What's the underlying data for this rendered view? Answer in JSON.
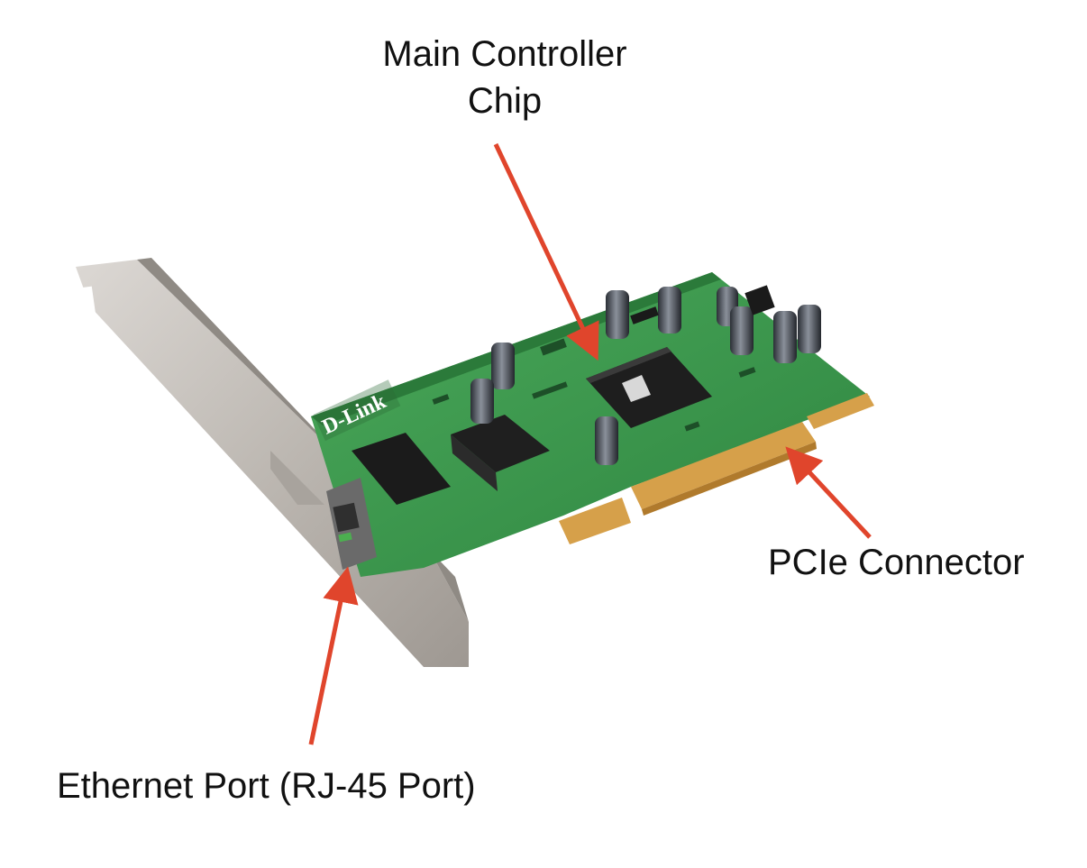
{
  "labels": {
    "main_chip_line1": "Main Controller",
    "main_chip_line2": "Chip",
    "pcie_connector": "PCIe Connector",
    "ethernet_port": "Ethernet Port (RJ-45 Port)"
  },
  "board_logo": "D-Link",
  "colors": {
    "arrow": "#e0452c",
    "pcb": "#3a9a4c",
    "gold_contacts": "#d6a04a",
    "bracket": "#c8c4c0",
    "chip": "#1e1e1e"
  },
  "icons": {
    "arrow_icon": "red-arrow"
  }
}
